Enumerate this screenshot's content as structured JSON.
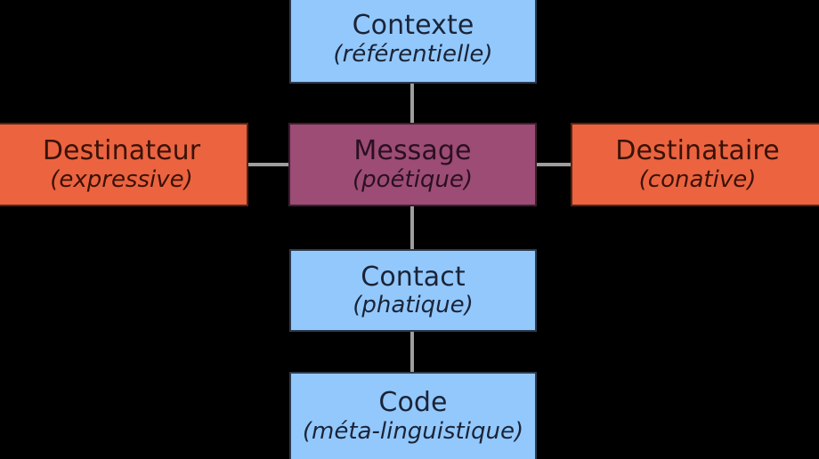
{
  "diagram": {
    "title": "Jakobson communication functions diagram",
    "background_color": "#000000",
    "line_color": "#9e9e9e",
    "colors": {
      "blue": "#93c8fc",
      "purple": "#9c4c75",
      "orange": "#ec6340",
      "blue_text": "#1a2438",
      "purple_text": "#2b1020",
      "orange_text": "#3a1206"
    },
    "nodes": [
      {
        "id": "contexte",
        "title": "Contexte",
        "function": "(référentielle)",
        "color": "blue"
      },
      {
        "id": "destinateur",
        "title": "Destinateur",
        "function": "(expressive)",
        "color": "orange"
      },
      {
        "id": "message",
        "title": "Message",
        "function": "(poétique)",
        "color": "purple"
      },
      {
        "id": "destinataire",
        "title": "Destinataire",
        "function": "(conative)",
        "color": "orange"
      },
      {
        "id": "contact",
        "title": "Contact",
        "function": "(phatique)",
        "color": "blue"
      },
      {
        "id": "code",
        "title": "Code",
        "function": "(méta-linguistique)",
        "color": "blue"
      }
    ],
    "connectors": [
      {
        "id": "contexte-message",
        "from": "contexte",
        "to": "message",
        "orientation": "vertical"
      },
      {
        "id": "destinateur-message",
        "from": "destinateur",
        "to": "message",
        "orientation": "horizontal"
      },
      {
        "id": "message-destinataire",
        "from": "message",
        "to": "destinataire",
        "orientation": "horizontal"
      },
      {
        "id": "message-contact",
        "from": "message",
        "to": "contact",
        "orientation": "vertical"
      },
      {
        "id": "contact-code",
        "from": "contact",
        "to": "code",
        "orientation": "vertical"
      }
    ]
  }
}
